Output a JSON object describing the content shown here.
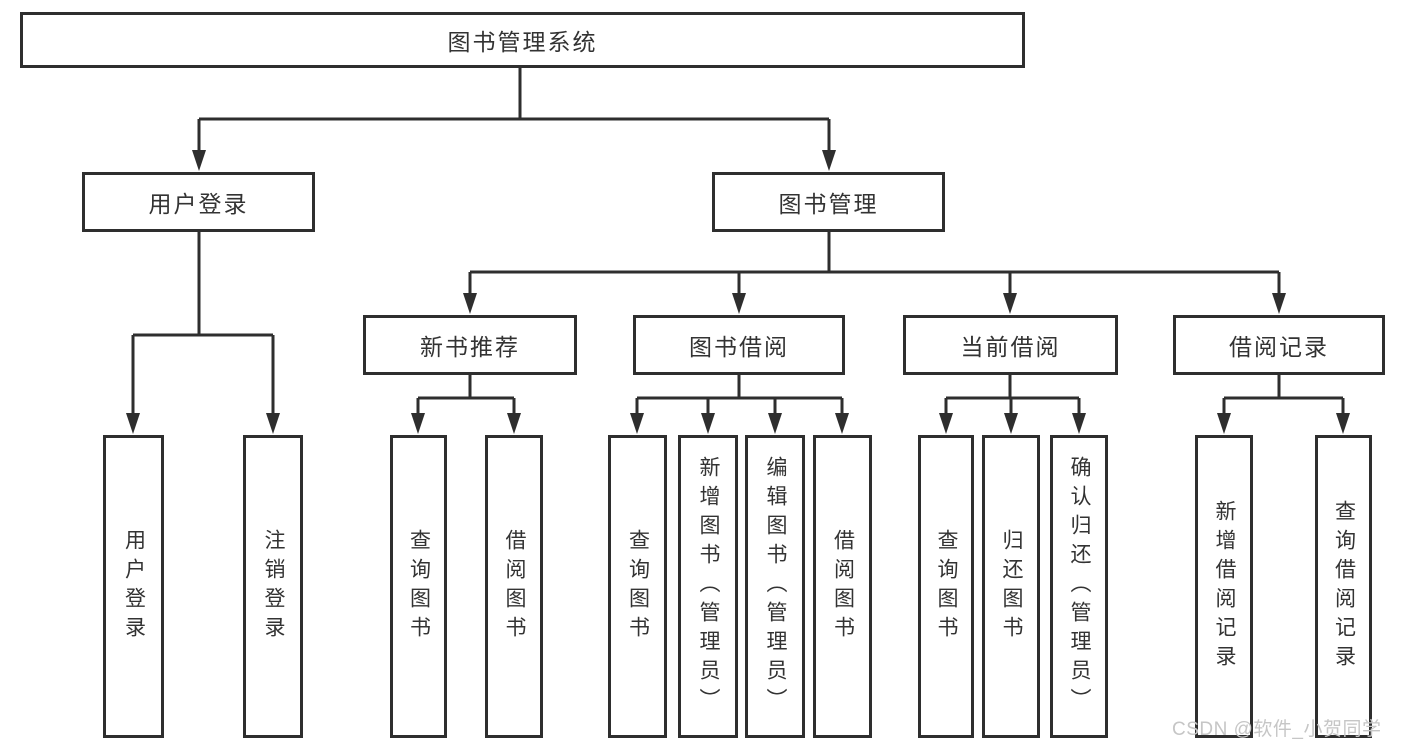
{
  "tree": {
    "label": "图书管理系统",
    "children": [
      {
        "label": "用户登录",
        "children": [
          {
            "label": "用户登录"
          },
          {
            "label": "注销登录"
          }
        ]
      },
      {
        "label": "图书管理",
        "children": [
          {
            "label": "新书推荐",
            "children": [
              {
                "label": "查询图书"
              },
              {
                "label": "借阅图书"
              }
            ]
          },
          {
            "label": "图书借阅",
            "children": [
              {
                "label": "查询图书"
              },
              {
                "label": "新增图书（管理员）"
              },
              {
                "label": "编辑图书（管理员）"
              },
              {
                "label": "借阅图书"
              }
            ]
          },
          {
            "label": "当前借阅",
            "children": [
              {
                "label": "查询图书"
              },
              {
                "label": "归还图书"
              },
              {
                "label": "确认归还（管理员）"
              }
            ]
          },
          {
            "label": "借阅记录",
            "children": [
              {
                "label": "新增借阅记录"
              },
              {
                "label": "查询借阅记录"
              }
            ]
          }
        ]
      }
    ]
  },
  "watermark": {
    "text": "CSDN @软件_小贺同学"
  },
  "colors": {
    "line": "#2e2e2e",
    "box_border": "#2e2e2e",
    "text": "#333333",
    "box_background": "#ffffff",
    "page_background": "#ffffff",
    "watermark": "#c6c6c6"
  }
}
